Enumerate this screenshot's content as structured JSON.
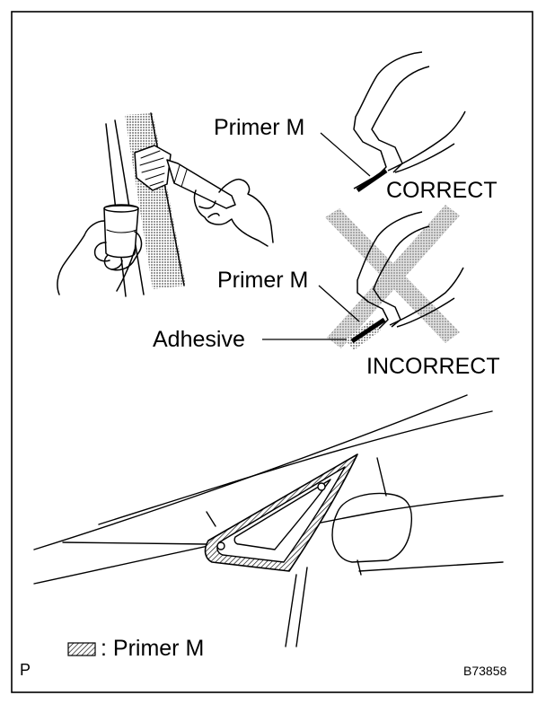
{
  "labels": {
    "primer_correct": "Primer M",
    "correct": "CORRECT",
    "primer_incorrect": "Primer M",
    "adhesive": "Adhesive",
    "incorrect": "INCORRECT",
    "legend": ": Primer M",
    "page_mark": "P",
    "figure_code": "B73858"
  },
  "colors": {
    "ink": "#000000",
    "primer_gray": "#bdbdbd",
    "cross_gray": "#c8c8c8",
    "background": "#ffffff"
  },
  "icons": {
    "legend_swatch": "hatched-rectangle"
  }
}
